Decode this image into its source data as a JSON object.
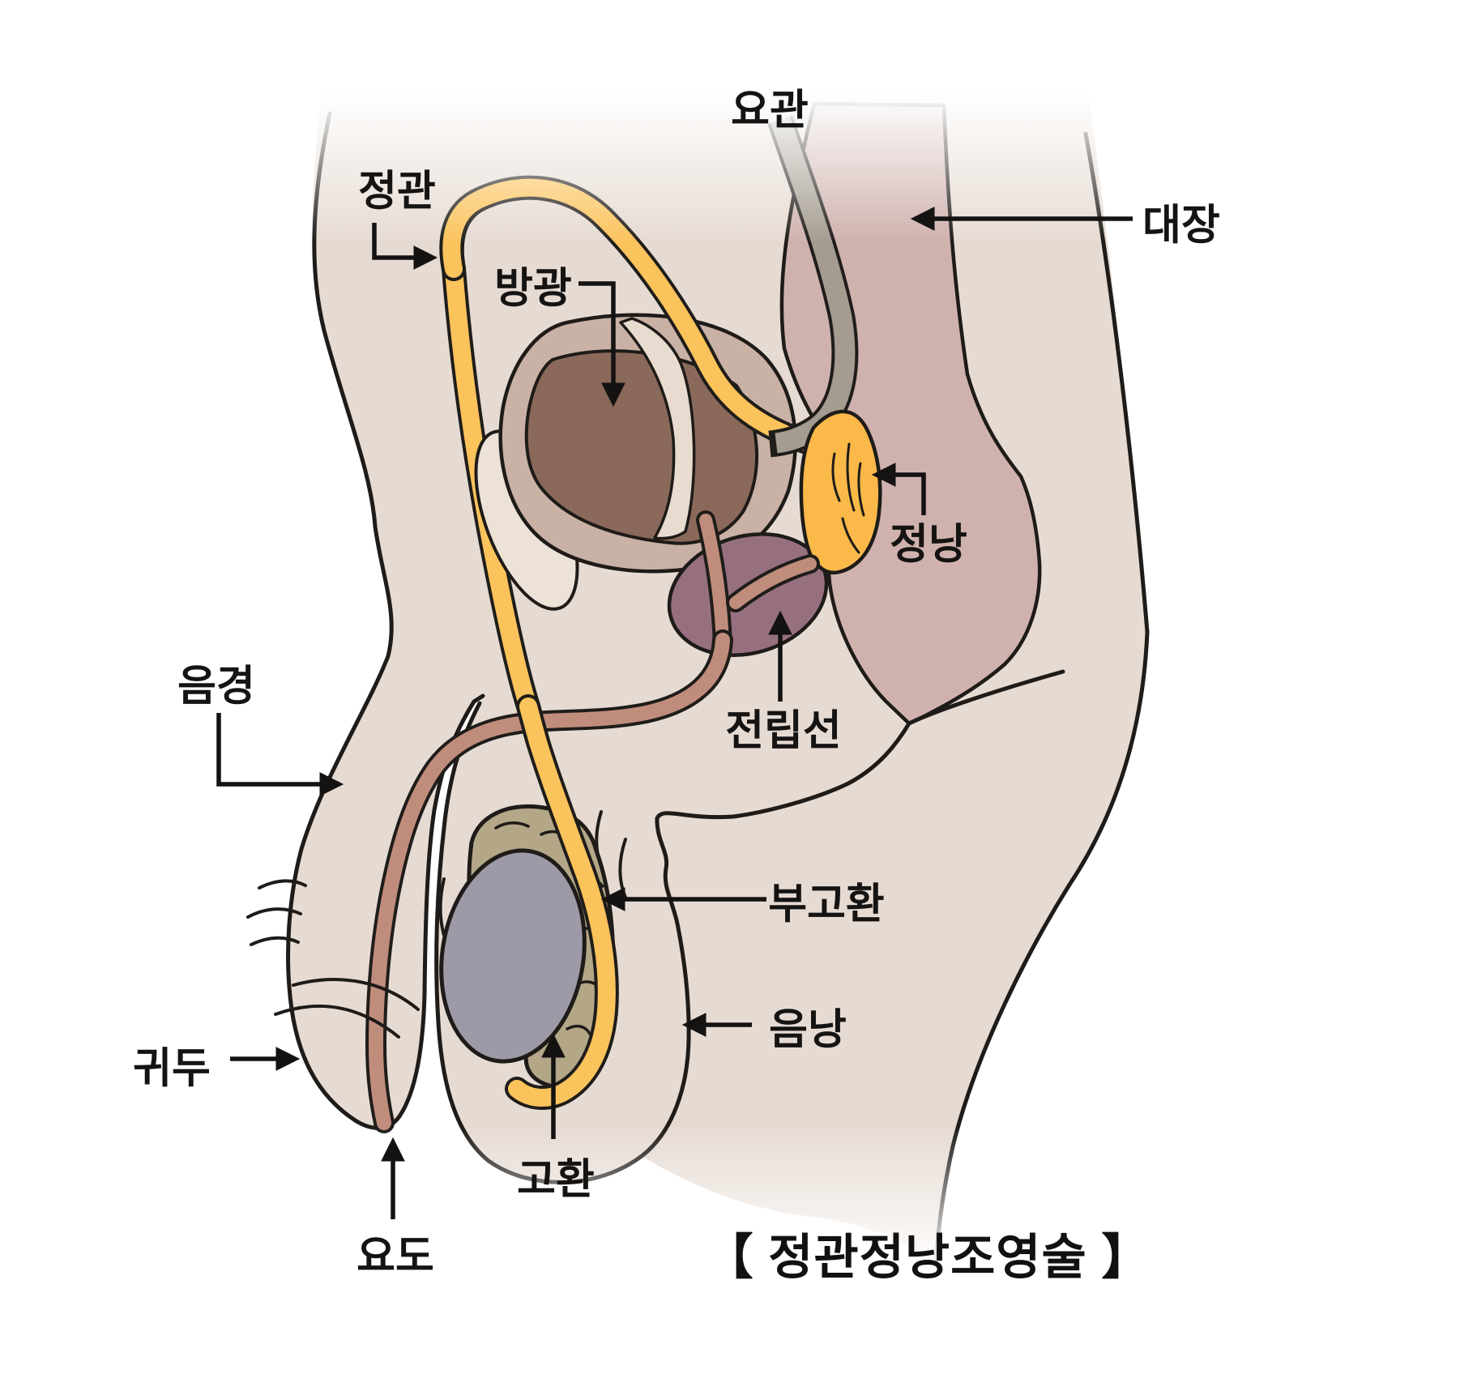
{
  "diagram": {
    "title": {
      "text": "【 정관정낭조영술 】"
    },
    "labels": {
      "ureter": {
        "text": "요관"
      },
      "vas_deferens": {
        "text": "정관"
      },
      "colon": {
        "text": "대장"
      },
      "bladder": {
        "text": "방광"
      },
      "seminal_vesicle": {
        "text": "정낭"
      },
      "prostate": {
        "text": "전립선"
      },
      "penis": {
        "text": "음경"
      },
      "epididymis": {
        "text": "부고환"
      },
      "scrotum": {
        "text": "음낭"
      },
      "glans": {
        "text": "귀두"
      },
      "testis": {
        "text": "고환"
      },
      "urethra": {
        "text": "요도"
      }
    },
    "colors": {
      "background": "#ffffff",
      "body_skin": "#e6dbd3",
      "outline": "#1e1b18",
      "colon_pink": "#cfb2ae",
      "bladder_rim": "#c9b1a5",
      "bladder_interior": "#8a695b",
      "bladder_highlight": "#e8dbd0",
      "pubic_bone": "#ece2d8",
      "vas_deferens_yellow": "#fbc35c",
      "seminal_vesicle_yellow": "#fbb94a",
      "ureter_gray": "#a49c90",
      "prostate_mauve": "#97707f",
      "urethra_tan": "#c08d7c",
      "testis_gray": "#9d99a7",
      "epididymis_olive": "#b3a788",
      "label_text": "#161412"
    }
  }
}
